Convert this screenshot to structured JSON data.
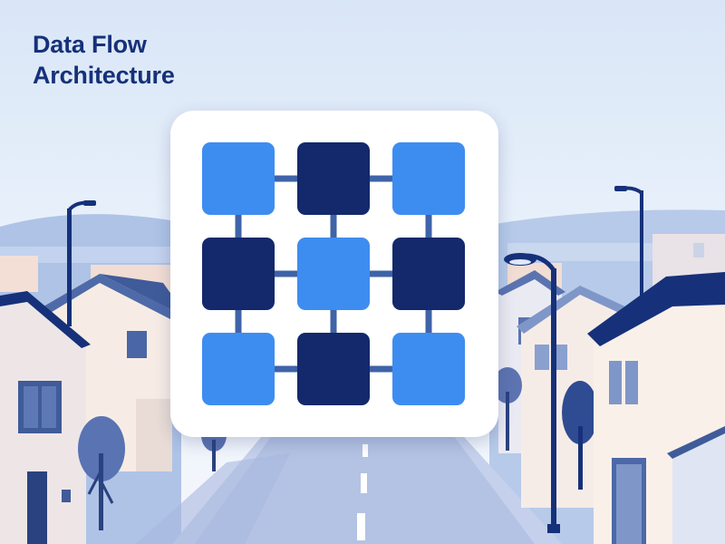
{
  "heading": {
    "line1": "Data Flow",
    "line2": "Architecture"
  },
  "icon": {
    "name": "grid-network-icon",
    "rows": 3,
    "cols": 3,
    "pattern": [
      "light",
      "dark",
      "light",
      "dark",
      "light",
      "dark",
      "light",
      "dark",
      "light"
    ]
  },
  "colors": {
    "title": "#16317a",
    "node_light": "#3d8df0",
    "node_dark": "#13296b",
    "connector": "#3f63a8",
    "card": "#ffffff",
    "sky_top": "#dbe8f8",
    "road": "#b4c2e3"
  }
}
